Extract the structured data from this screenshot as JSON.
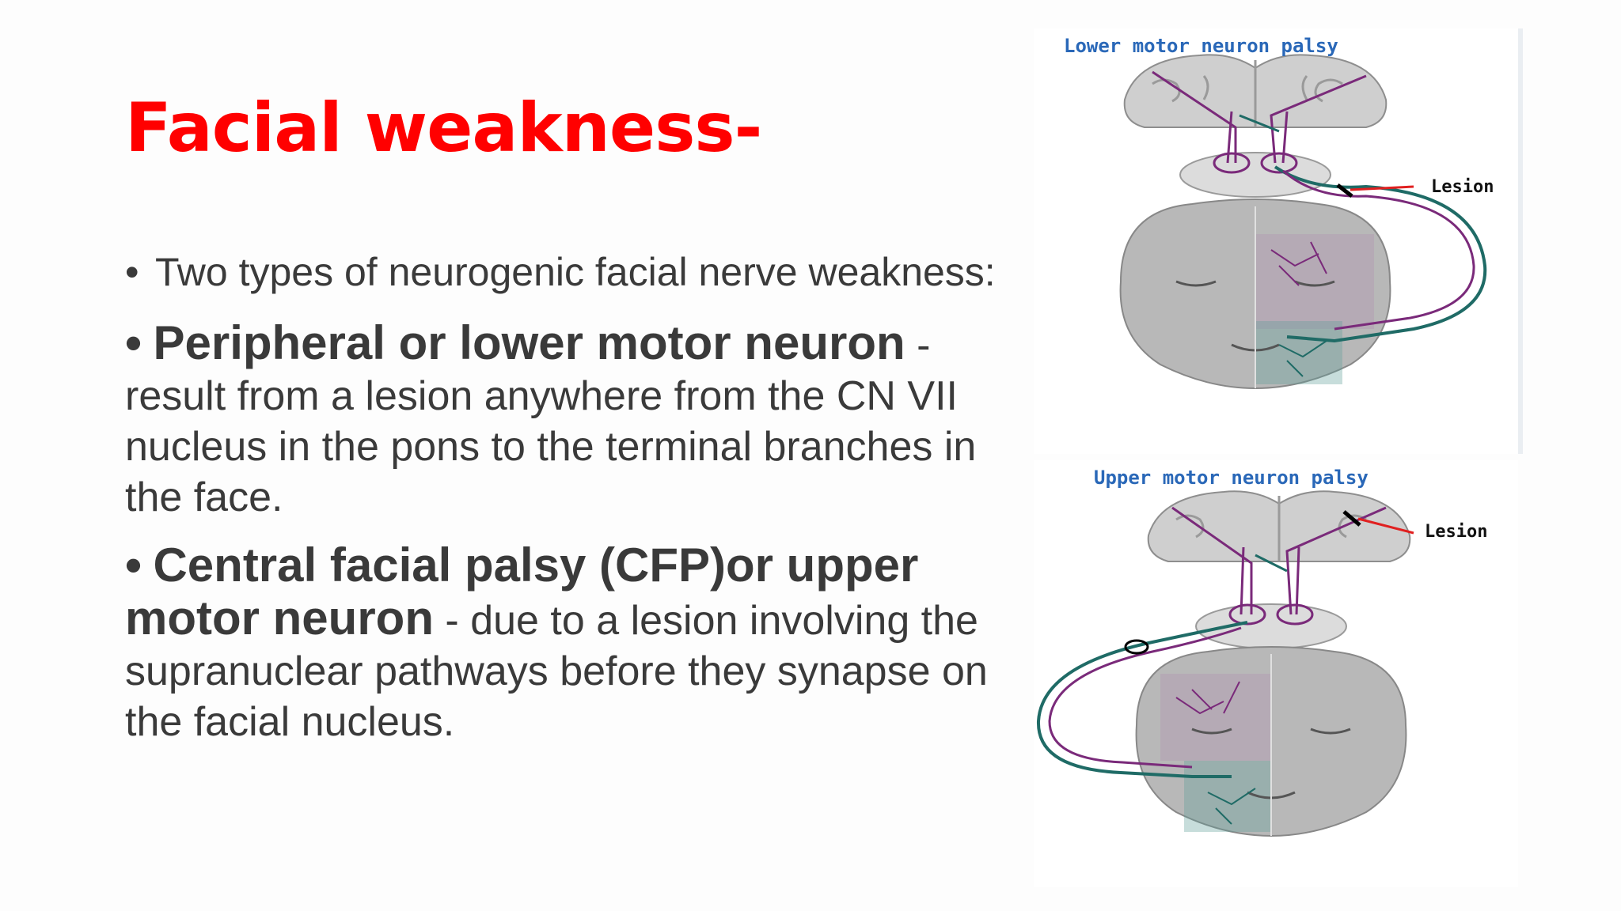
{
  "slide": {
    "title": "Facial weakness-",
    "bullet_intro": {
      "marker": "•",
      "text": "Two types of neurogenic facial nerve weakness:"
    },
    "peripheral": {
      "marker": "•",
      "heading": "Peripheral or lower motor neuron",
      "text": " - result from a lesion anywhere from the CN VII nucleus in the pons to the terminal branches in the face."
    },
    "central": {
      "marker": "•",
      "heading": "Central facial palsy (CFP)or upper motor neuron",
      "text": " - due to a lesion involving the supranuclear pathways before they synapse on the facial nucleus."
    }
  },
  "figures": {
    "lower": {
      "title": "Lower motor neuron palsy",
      "lesion_label": "Lesion"
    },
    "upper": {
      "title": "Upper motor neuron palsy",
      "lesion_label": "Lesion"
    }
  },
  "colors": {
    "title": "#ff0000",
    "body_text": "#3a3a3a",
    "figure_title": "#2a68b8",
    "pathway_purple": "#7a2a7a",
    "pathway_teal": "#1f6b66",
    "lesion_line": "#e02020"
  }
}
